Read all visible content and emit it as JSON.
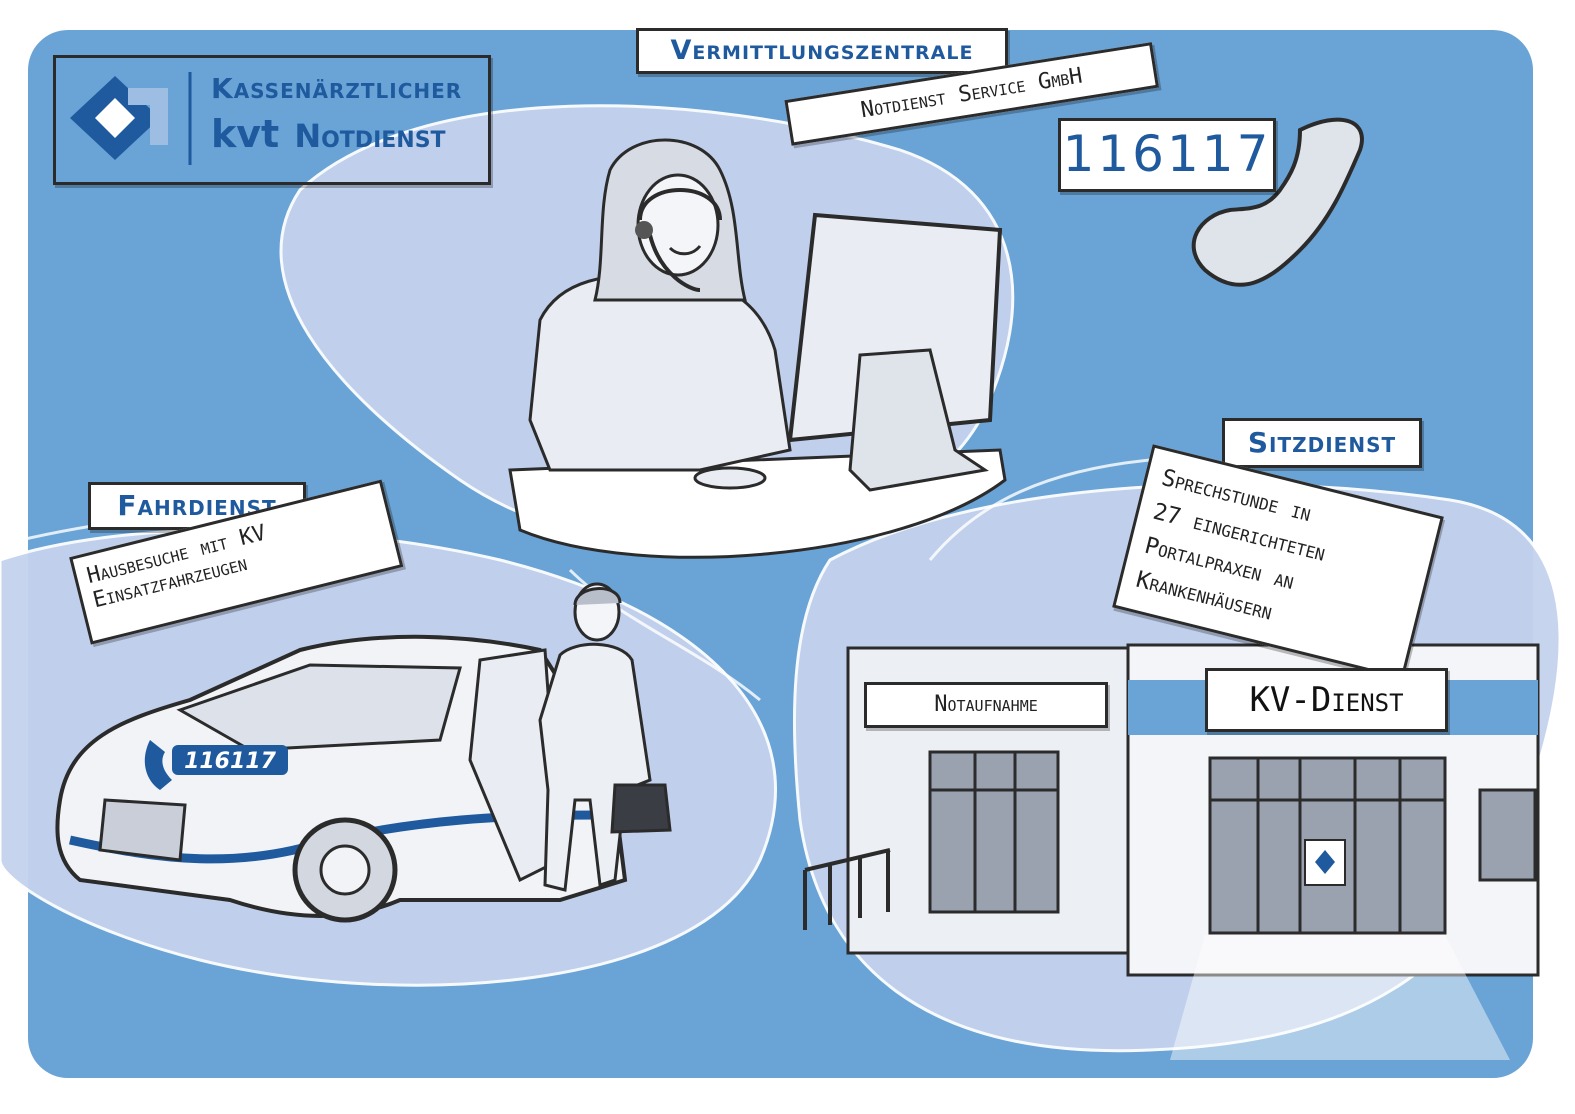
{
  "logo": {
    "line1": "Kassenärztlicher",
    "prefix": "kvt",
    "line2": "Notdienst"
  },
  "labels": {
    "vermittlung": "Vermittlungszentrale",
    "service": "Notdienst Service GmbH",
    "phone": "116117",
    "fahrdienst": "Fahrdienst",
    "hausbesuche_1": "Hausbesuche mit KV",
    "hausbesuche_2": "Einsatzfahrzeugen",
    "sitzdienst": "Sitzdienst",
    "sprech_1": "Sprechstunde in",
    "sprech_2": "27 eingerichteten",
    "sprech_3": "Portalpraxen an",
    "sprech_4": "Krankenhäusern",
    "notaufnahme": "Notaufnahme",
    "kvdienst": "KV-Dienst",
    "car_number": "116117"
  },
  "colors": {
    "frame_blue": "#6aa3d6",
    "pale_blue": "#c5d2ee",
    "brand_blue": "#1f5a9e",
    "ink": "#2b2b2b",
    "line_gray": "#cfd3da"
  }
}
